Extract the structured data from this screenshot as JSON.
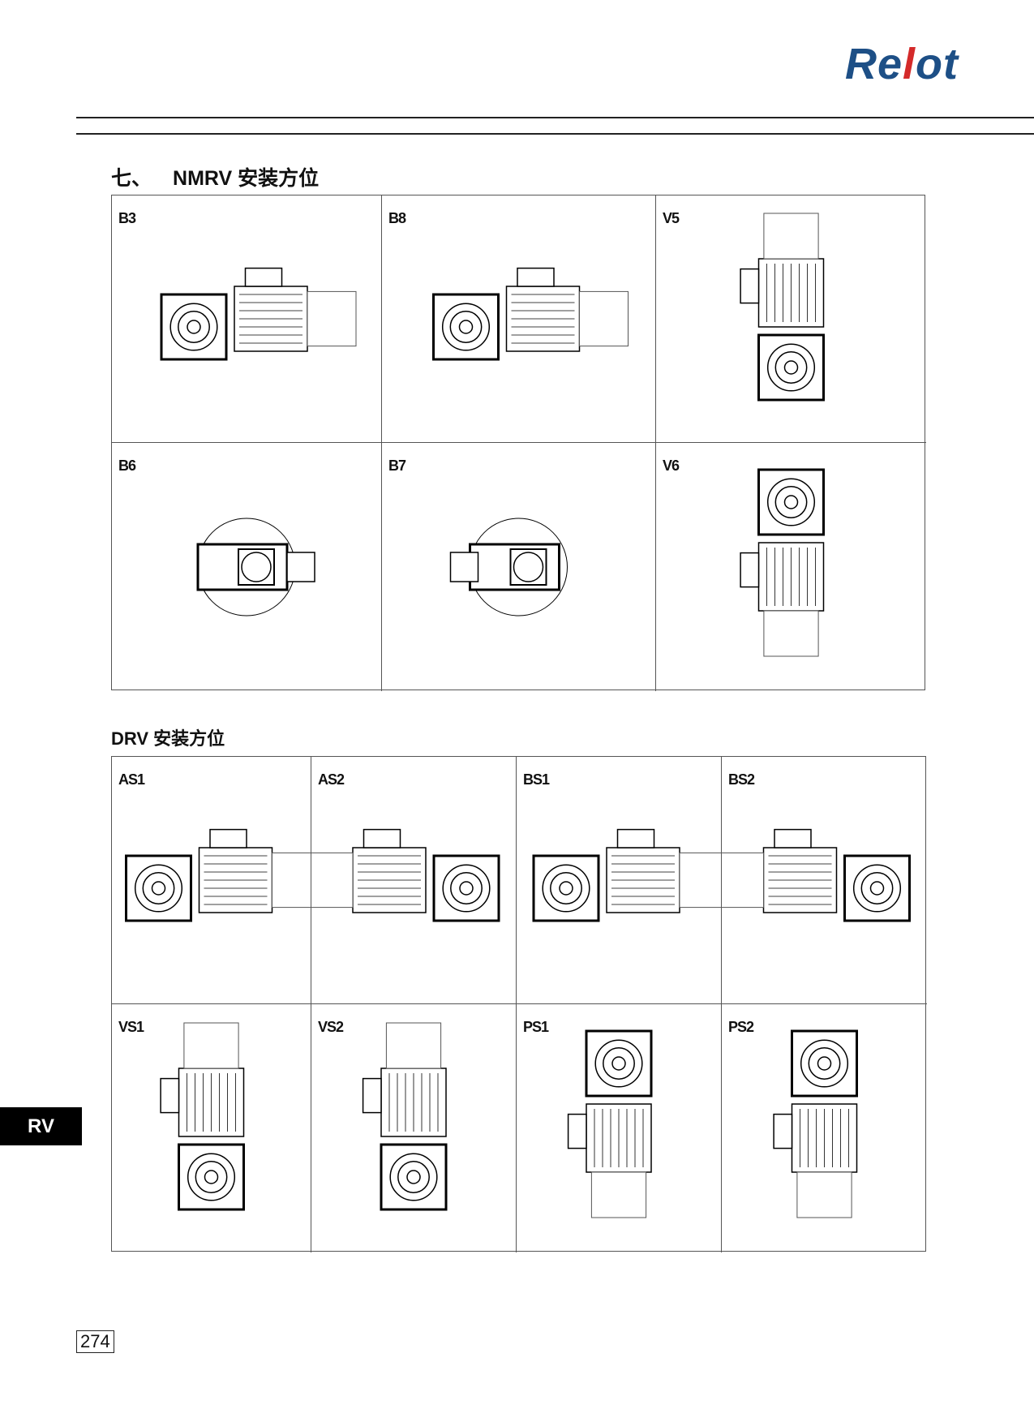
{
  "brand": {
    "prefix": "Re",
    "accent": "l",
    "suffix": "ot",
    "color_main": "#1d4f86",
    "color_accent": "#d42a2a"
  },
  "section1": {
    "number": "七、",
    "title": "NMRV  安装方位",
    "cells": [
      {
        "label": "B3",
        "icon": "motor-horizontal-right"
      },
      {
        "label": "B8",
        "icon": "motor-horizontal-right"
      },
      {
        "label": "V5",
        "icon": "motor-vertical-up"
      },
      {
        "label": "B6",
        "icon": "gearbox-side-view"
      },
      {
        "label": "B7",
        "icon": "gearbox-side-view-mirrored"
      },
      {
        "label": "V6",
        "icon": "motor-vertical-down"
      }
    ]
  },
  "section2": {
    "title": "DRV  安装方位",
    "cells": [
      {
        "label": "AS1",
        "icon": "motor-horizontal-right"
      },
      {
        "label": "AS2",
        "icon": "motor-horizontal-left"
      },
      {
        "label": "BS1",
        "icon": "motor-horizontal-right"
      },
      {
        "label": "BS2",
        "icon": "motor-horizontal-left"
      },
      {
        "label": "VS1",
        "icon": "motor-vertical-up"
      },
      {
        "label": "VS2",
        "icon": "motor-vertical-up"
      },
      {
        "label": "PS1",
        "icon": "motor-vertical-down"
      },
      {
        "label": "PS2",
        "icon": "motor-vertical-down"
      }
    ]
  },
  "side_tab": "RV",
  "page_number": "274"
}
